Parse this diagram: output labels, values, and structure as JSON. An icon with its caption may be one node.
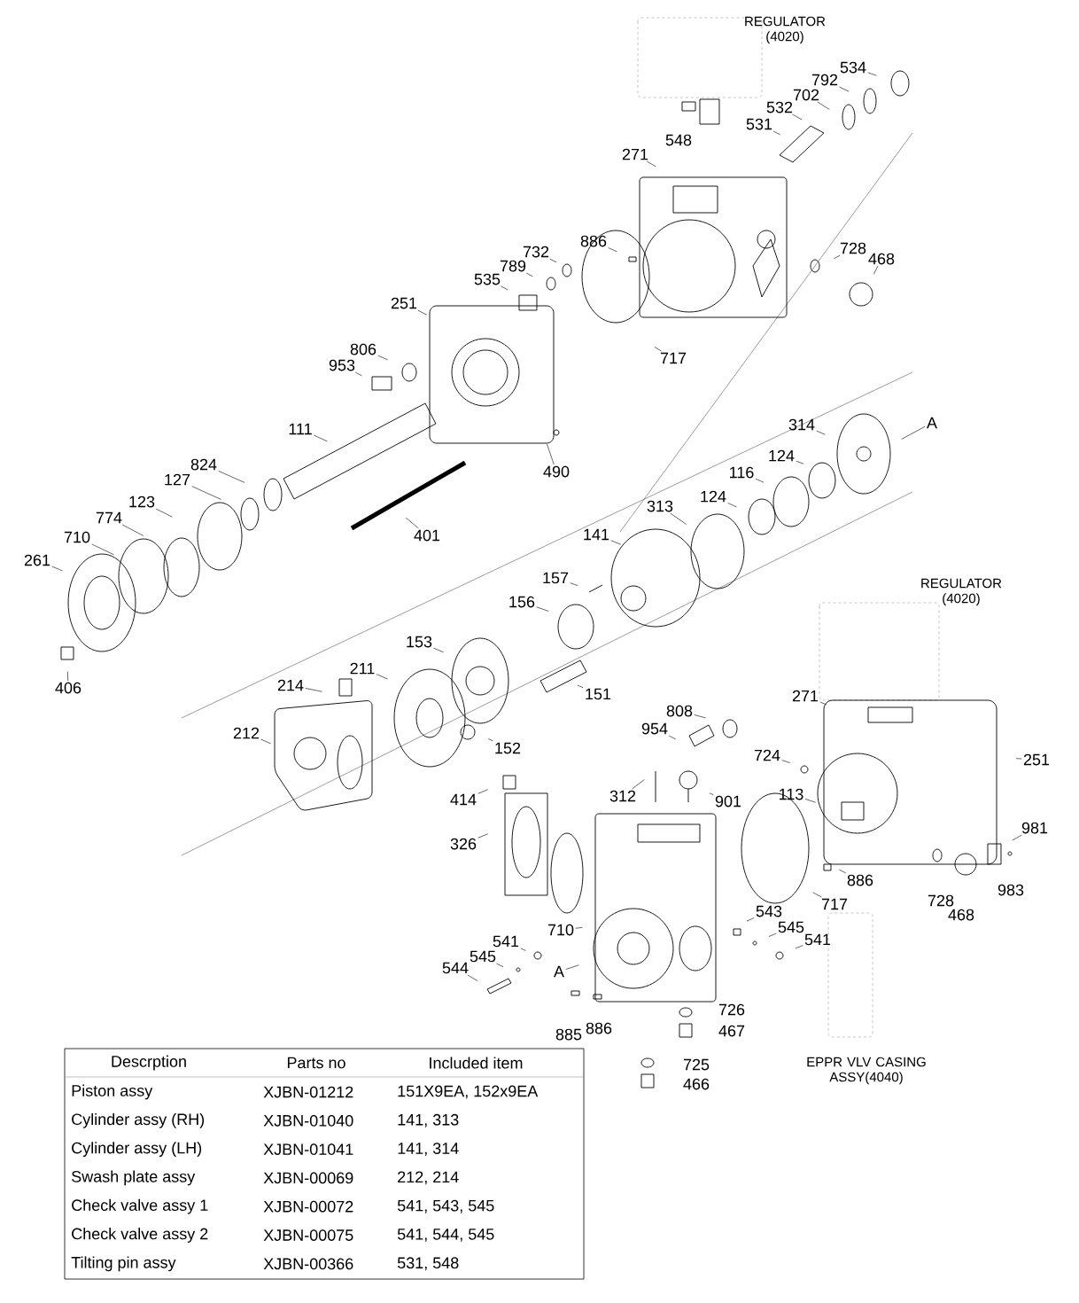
{
  "diagram": {
    "nodes": [
      {
        "text": [
          "534"
        ]
      },
      {
        "text": [
          "792"
        ]
      },
      {
        "text": [
          "702"
        ]
      },
      {
        "text": [
          "532"
        ]
      },
      {
        "text": [
          "531"
        ]
      },
      {
        "text": [
          "548"
        ]
      },
      {
        "text": [
          "271"
        ]
      },
      {
        "text": [
          "886"
        ]
      },
      {
        "text": [
          "732"
        ]
      },
      {
        "text": [
          "789"
        ]
      },
      {
        "text": [
          "535"
        ]
      },
      {
        "text": [
          "251"
        ]
      },
      {
        "text": [
          "728"
        ]
      },
      {
        "text": [
          "468"
        ]
      },
      {
        "text": [
          "717"
        ]
      },
      {
        "text": [
          "806"
        ]
      },
      {
        "text": [
          "953"
        ]
      },
      {
        "text": [
          "111"
        ]
      },
      {
        "text": [
          "490"
        ]
      },
      {
        "text": [
          "824"
        ]
      },
      {
        "text": [
          "127"
        ]
      },
      {
        "text": [
          "123"
        ]
      },
      {
        "text": [
          "774"
        ]
      },
      {
        "text": [
          "710"
        ]
      },
      {
        "text": [
          "261"
        ]
      },
      {
        "text": [
          "401"
        ]
      },
      {
        "text": [
          "314"
        ]
      },
      {
        "text": [
          "A"
        ]
      },
      {
        "text": [
          "124"
        ]
      },
      {
        "text": [
          "116"
        ]
      },
      {
        "text": [
          "124"
        ]
      },
      {
        "text": [
          "313"
        ]
      },
      {
        "text": [
          "141"
        ]
      },
      {
        "text": [
          "157"
        ]
      },
      {
        "text": [
          "156"
        ]
      },
      {
        "text": [
          "153"
        ]
      },
      {
        "text": [
          "211"
        ]
      },
      {
        "text": [
          "214"
        ]
      },
      {
        "text": [
          "151"
        ]
      },
      {
        "text": [
          "406"
        ]
      },
      {
        "text": [
          "152"
        ]
      },
      {
        "text": [
          "212"
        ]
      },
      {
        "text": [
          "271"
        ]
      },
      {
        "text": [
          "808"
        ]
      },
      {
        "text": [
          "954"
        ]
      },
      {
        "text": [
          "724"
        ]
      },
      {
        "text": [
          "251"
        ]
      },
      {
        "text": [
          "113"
        ]
      },
      {
        "text": [
          "414"
        ]
      },
      {
        "text": [
          "312"
        ]
      },
      {
        "text": [
          "901"
        ]
      },
      {
        "text": [
          "326"
        ]
      },
      {
        "text": [
          "981"
        ]
      },
      {
        "text": [
          "886"
        ]
      },
      {
        "text": [
          "717"
        ]
      },
      {
        "text": [
          "983"
        ]
      },
      {
        "text": [
          "728"
        ]
      },
      {
        "text": [
          "468"
        ]
      },
      {
        "text": [
          "543"
        ]
      },
      {
        "text": [
          "545"
        ]
      },
      {
        "text": [
          "541"
        ]
      },
      {
        "text": [
          "710"
        ]
      },
      {
        "text": [
          "541"
        ]
      },
      {
        "text": [
          "545"
        ]
      },
      {
        "text": [
          "544"
        ]
      },
      {
        "text": [
          "A"
        ]
      },
      {
        "text": [
          "885"
        ]
      },
      {
        "text": [
          "886"
        ]
      },
      {
        "text": [
          "726"
        ]
      },
      {
        "text": [
          "467"
        ]
      },
      {
        "text": [
          "725"
        ]
      },
      {
        "text": [
          "466"
        ]
      }
    ],
    "edges": [
      {
        "from": 0,
        "to": null,
        "arrow": "none"
      },
      {
        "from": 1,
        "to": null,
        "arrow": "none"
      },
      {
        "from": 2,
        "to": null,
        "arrow": "none"
      },
      {
        "from": 3,
        "to": null,
        "arrow": "none"
      },
      {
        "from": 4,
        "to": null,
        "arrow": "none"
      },
      {
        "from": 6,
        "to": null,
        "arrow": "none"
      },
      {
        "from": 7,
        "to": null,
        "arrow": "none"
      },
      {
        "from": 8,
        "to": null,
        "arrow": "none"
      },
      {
        "from": 9,
        "to": null,
        "arrow": "none"
      },
      {
        "from": 10,
        "to": null,
        "arrow": "none"
      },
      {
        "from": 11,
        "to": null,
        "arrow": "none"
      },
      {
        "from": 12,
        "to": null,
        "arrow": "none"
      },
      {
        "from": 13,
        "to": null,
        "arrow": "none"
      },
      {
        "from": 14,
        "to": null,
        "arrow": "none"
      },
      {
        "from": 15,
        "to": null,
        "arrow": "none"
      },
      {
        "from": 16,
        "to": null,
        "arrow": "none"
      },
      {
        "from": 17,
        "to": null,
        "arrow": "none"
      },
      {
        "from": 18,
        "to": null,
        "arrow": "none"
      },
      {
        "from": 19,
        "to": null,
        "arrow": "none"
      },
      {
        "from": 20,
        "to": null,
        "arrow": "none"
      },
      {
        "from": 21,
        "to": null,
        "arrow": "none"
      },
      {
        "from": 22,
        "to": null,
        "arrow": "none"
      },
      {
        "from": 23,
        "to": null,
        "arrow": "none"
      },
      {
        "from": 24,
        "to": null,
        "arrow": "none"
      },
      {
        "from": 25,
        "to": null,
        "arrow": "none"
      },
      {
        "from": 26,
        "to": null,
        "arrow": "none"
      },
      {
        "from": 27,
        "to": null,
        "arrow": "none"
      },
      {
        "from": 28,
        "to": null,
        "arrow": "none"
      },
      {
        "from": 29,
        "to": null,
        "arrow": "none"
      },
      {
        "from": 30,
        "to": null,
        "arrow": "none"
      },
      {
        "from": 31,
        "to": null,
        "arrow": "none"
      },
      {
        "from": 32,
        "to": null,
        "arrow": "none"
      },
      {
        "from": 33,
        "to": null,
        "arrow": "none"
      },
      {
        "from": 34,
        "to": null,
        "arrow": "none"
      },
      {
        "from": 35,
        "to": null,
        "arrow": "none"
      },
      {
        "from": 36,
        "to": null,
        "arrow": "none"
      },
      {
        "from": 37,
        "to": null,
        "arrow": "none"
      },
      {
        "from": 38,
        "to": null,
        "arrow": "none"
      },
      {
        "from": 39,
        "to": null,
        "arrow": "none"
      },
      {
        "from": 40,
        "to": null,
        "arrow": "none"
      },
      {
        "from": 41,
        "to": null,
        "arrow": "none"
      },
      {
        "from": 42,
        "to": null,
        "arrow": "none"
      },
      {
        "from": 43,
        "to": null,
        "arrow": "none"
      },
      {
        "from": 44,
        "to": null,
        "arrow": "none"
      },
      {
        "from": 45,
        "to": null,
        "arrow": "none"
      },
      {
        "from": 46,
        "to": null,
        "arrow": "none"
      },
      {
        "from": 47,
        "to": null,
        "arrow": "none"
      },
      {
        "from": 48,
        "to": null,
        "arrow": "none"
      },
      {
        "from": 49,
        "to": null,
        "arrow": "none"
      },
      {
        "from": 50,
        "to": null,
        "arrow": "none"
      },
      {
        "from": 51,
        "to": null,
        "arrow": "none"
      },
      {
        "from": 52,
        "to": null,
        "arrow": "none"
      },
      {
        "from": 53,
        "to": null,
        "arrow": "none"
      },
      {
        "from": 54,
        "to": null,
        "arrow": "none"
      },
      {
        "from": 58,
        "to": null,
        "arrow": "none"
      },
      {
        "from": 59,
        "to": null,
        "arrow": "none"
      },
      {
        "from": 60,
        "to": null,
        "arrow": "none"
      },
      {
        "from": 61,
        "to": null,
        "arrow": "none"
      },
      {
        "from": 62,
        "to": null,
        "arrow": "none"
      },
      {
        "from": 63,
        "to": null,
        "arrow": "none"
      },
      {
        "from": 64,
        "to": null,
        "arrow": "none"
      },
      {
        "from": 65,
        "to": null,
        "arrow": "none"
      }
    ],
    "labels": [
      "REGULATOR (4020)",
      "REGULATOR (4020)",
      "EPPR VLV CASING ASSY(4040)",
      "Descrption",
      "Parts no",
      "Included item",
      "Piston assy",
      "XJBN-01212",
      "151X9EA, 152x9EA",
      "Cylinder assy (RH)",
      "XJBN-01040",
      "141, 313",
      "Cylinder assy (LH)",
      "XJBN-01041",
      "141, 314",
      "Swash plate assy",
      "XJBN-00069",
      "212, 214",
      "Check valve assy 1",
      "XJBN-00072",
      "541, 543, 545",
      "Check valve assy 2",
      "XJBN-00075",
      "541, 544, 545",
      "Tilting pin assy",
      "XJBN-00366",
      "531, 548"
    ]
  }
}
